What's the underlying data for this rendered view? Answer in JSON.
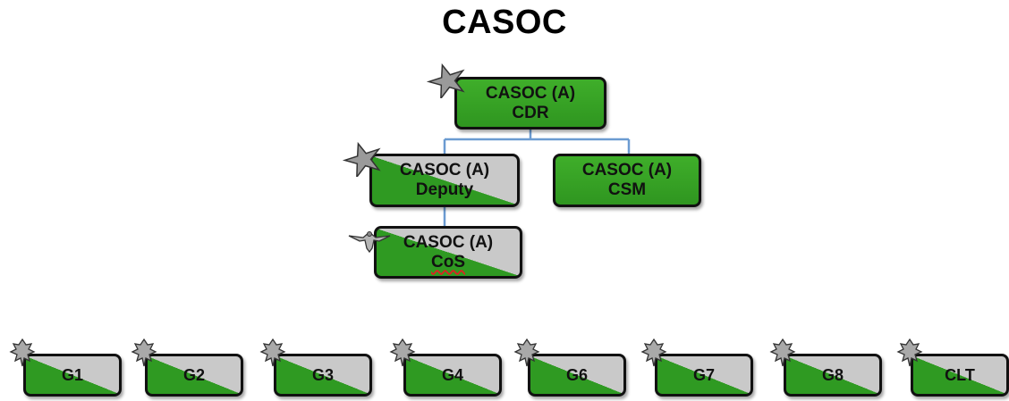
{
  "title": "CASOC",
  "nodes": {
    "cdr": {
      "line1": "CASOC (A)",
      "line2": "CDR"
    },
    "deputy": {
      "line1": "CASOC (A)",
      "line2": "Deputy"
    },
    "csm": {
      "line1": "CASOC (A)",
      "line2": "CSM"
    },
    "cos": {
      "line1": "CASOC (A)",
      "line2": "CoS"
    }
  },
  "staff": [
    "G1",
    "G2",
    "G3",
    "G4",
    "G6",
    "G7",
    "G8",
    "CLT"
  ],
  "colors": {
    "green": "#2f9a22",
    "gray": "#c9c9c9",
    "border": "#111111",
    "connector": "#6b9bd1"
  },
  "icons": {
    "cdr": "general-star-icon",
    "deputy": "general-star-icon",
    "cos": "colonel-eagle-icon",
    "staff": "oak-leaf-icon"
  }
}
